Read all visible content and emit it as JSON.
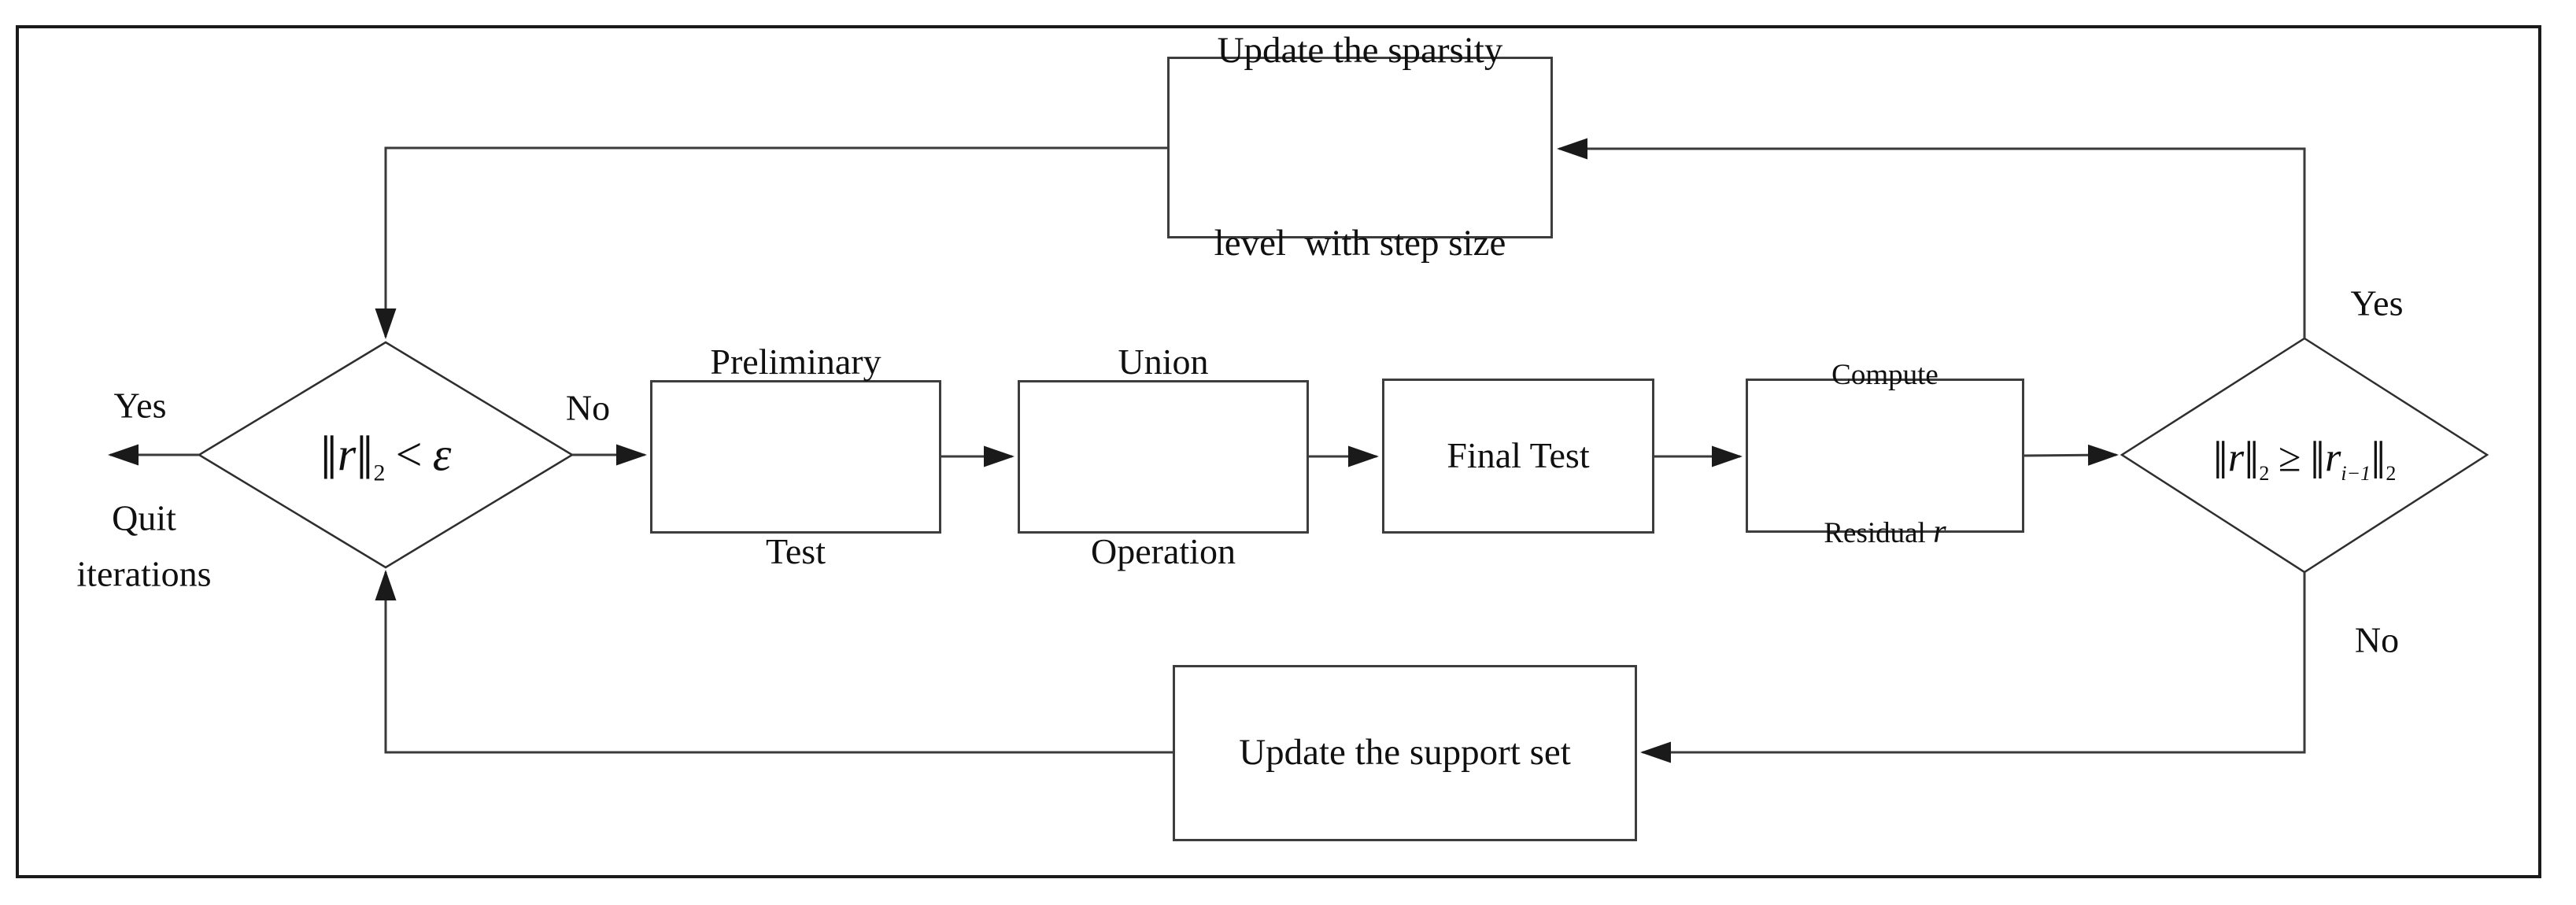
{
  "colors": {
    "background": "#ffffff",
    "ink": "#101010",
    "line": "#3a3a3a",
    "box_border": "#3d3d3d"
  },
  "boxes": {
    "update_sparsity": {
      "line1": "Update the sparsity",
      "line2": "level  with step size"
    },
    "preliminary_test": {
      "line1": "Preliminary",
      "line2": "Test"
    },
    "union_operation": {
      "line1": "Union",
      "line2": "Operation"
    },
    "final_test": {
      "line1": "Final Test"
    },
    "compute_residual": {
      "line1": "Compute",
      "line2_text": "Residual ",
      "line2_var": "r"
    },
    "update_support": {
      "line1": "Update the support set"
    }
  },
  "decisions": {
    "left": {
      "math": {
        "bar_open": "‖",
        "var": "r",
        "bar_close": "‖",
        "sub": "2",
        "op": "<",
        "rhs": "ε"
      },
      "label_yes": "Yes",
      "label_no": "No",
      "exit_line1": "Quit",
      "exit_line2": "iterations"
    },
    "right": {
      "math": {
        "bar_open": "‖",
        "var1": "r",
        "bar_mid": "‖",
        "sub1": "2",
        "op": "≥",
        "bar2_open": "‖",
        "var2": "r",
        "sub2": "i−1",
        "bar2_close": "‖",
        "sub3": "2"
      },
      "label_yes": "Yes",
      "label_no": "No"
    }
  }
}
